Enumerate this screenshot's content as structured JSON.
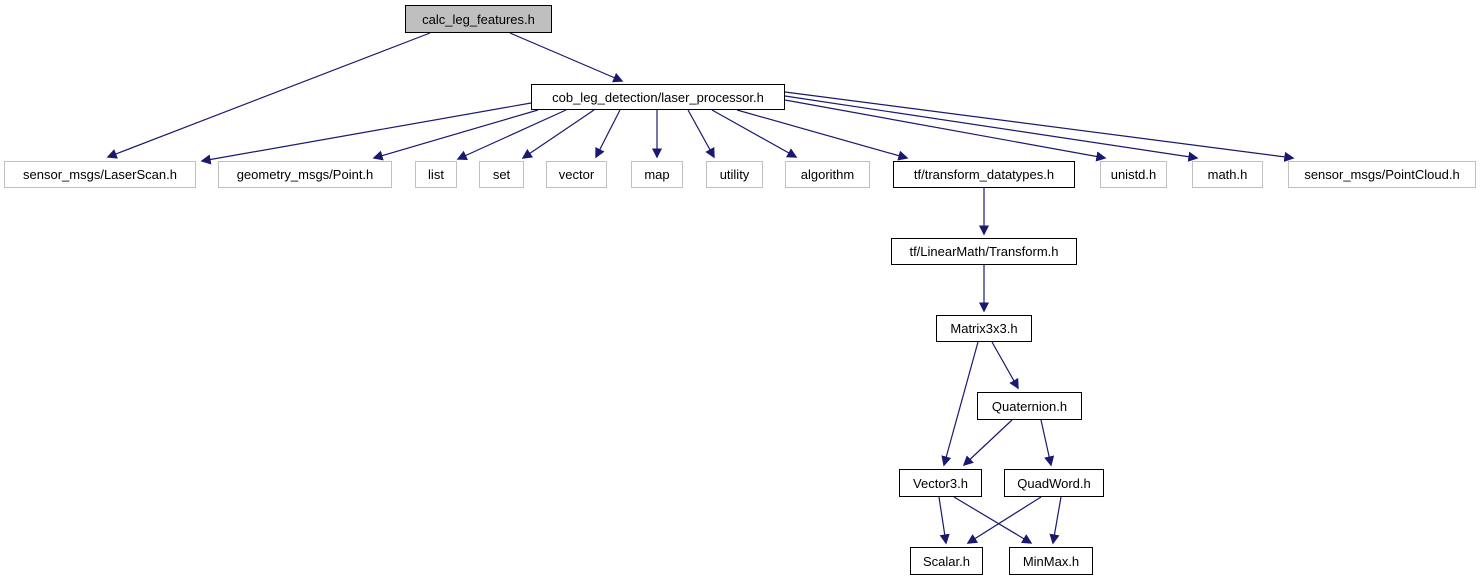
{
  "diagram": {
    "type": "include-dependency-graph",
    "root_file": "calc_leg_features.h",
    "colors": {
      "background": "#ffffff",
      "edge": "#191970",
      "linked_node_border": "#000000",
      "leaf_node_border": "#c0c0c0",
      "root_node_fill": "#bfbfbf",
      "node_fill": "#ffffff",
      "text": "#000000"
    },
    "nodes": [
      {
        "id": "calc_leg_features",
        "label": "calc_leg_features.h",
        "kind": "root"
      },
      {
        "id": "laser_processor",
        "label": "cob_leg_detection/laser_processor.h",
        "kind": "linked"
      },
      {
        "id": "laserscan",
        "label": "sensor_msgs/LaserScan.h",
        "kind": "leaf"
      },
      {
        "id": "point",
        "label": "geometry_msgs/Point.h",
        "kind": "leaf"
      },
      {
        "id": "list",
        "label": "list",
        "kind": "leaf"
      },
      {
        "id": "set",
        "label": "set",
        "kind": "leaf"
      },
      {
        "id": "vector",
        "label": "vector",
        "kind": "leaf"
      },
      {
        "id": "map",
        "label": "map",
        "kind": "leaf"
      },
      {
        "id": "utility",
        "label": "utility",
        "kind": "leaf"
      },
      {
        "id": "algorithm",
        "label": "algorithm",
        "kind": "leaf"
      },
      {
        "id": "transform_datatypes",
        "label": "tf/transform_datatypes.h",
        "kind": "linked"
      },
      {
        "id": "unistd",
        "label": "unistd.h",
        "kind": "leaf"
      },
      {
        "id": "math",
        "label": "math.h",
        "kind": "leaf"
      },
      {
        "id": "pointcloud",
        "label": "sensor_msgs/PointCloud.h",
        "kind": "leaf"
      },
      {
        "id": "transform",
        "label": "tf/LinearMath/Transform.h",
        "kind": "linked"
      },
      {
        "id": "matrix3x3",
        "label": "Matrix3x3.h",
        "kind": "linked"
      },
      {
        "id": "quaternion",
        "label": "Quaternion.h",
        "kind": "linked"
      },
      {
        "id": "vector3",
        "label": "Vector3.h",
        "kind": "linked"
      },
      {
        "id": "quadword",
        "label": "QuadWord.h",
        "kind": "linked"
      },
      {
        "id": "scalar",
        "label": "Scalar.h",
        "kind": "linked"
      },
      {
        "id": "minmax",
        "label": "MinMax.h",
        "kind": "linked"
      }
    ],
    "edges": [
      {
        "from": "calc_leg_features.h",
        "to": "sensor_msgs/LaserScan.h"
      },
      {
        "from": "calc_leg_features.h",
        "to": "cob_leg_detection/laser_processor.h"
      },
      {
        "from": "cob_leg_detection/laser_processor.h",
        "to": "sensor_msgs/LaserScan.h"
      },
      {
        "from": "cob_leg_detection/laser_processor.h",
        "to": "geometry_msgs/Point.h"
      },
      {
        "from": "cob_leg_detection/laser_processor.h",
        "to": "list"
      },
      {
        "from": "cob_leg_detection/laser_processor.h",
        "to": "set"
      },
      {
        "from": "cob_leg_detection/laser_processor.h",
        "to": "vector"
      },
      {
        "from": "cob_leg_detection/laser_processor.h",
        "to": "map"
      },
      {
        "from": "cob_leg_detection/laser_processor.h",
        "to": "utility"
      },
      {
        "from": "cob_leg_detection/laser_processor.h",
        "to": "algorithm"
      },
      {
        "from": "cob_leg_detection/laser_processor.h",
        "to": "tf/transform_datatypes.h"
      },
      {
        "from": "cob_leg_detection/laser_processor.h",
        "to": "unistd.h"
      },
      {
        "from": "cob_leg_detection/laser_processor.h",
        "to": "math.h"
      },
      {
        "from": "cob_leg_detection/laser_processor.h",
        "to": "sensor_msgs/PointCloud.h"
      },
      {
        "from": "tf/transform_datatypes.h",
        "to": "tf/LinearMath/Transform.h"
      },
      {
        "from": "tf/LinearMath/Transform.h",
        "to": "Matrix3x3.h"
      },
      {
        "from": "Matrix3x3.h",
        "to": "Quaternion.h"
      },
      {
        "from": "Matrix3x3.h",
        "to": "Vector3.h"
      },
      {
        "from": "Quaternion.h",
        "to": "Vector3.h"
      },
      {
        "from": "Quaternion.h",
        "to": "QuadWord.h"
      },
      {
        "from": "Vector3.h",
        "to": "Scalar.h"
      },
      {
        "from": "Vector3.h",
        "to": "MinMax.h"
      },
      {
        "from": "QuadWord.h",
        "to": "Scalar.h"
      },
      {
        "from": "QuadWord.h",
        "to": "MinMax.h"
      }
    ]
  }
}
